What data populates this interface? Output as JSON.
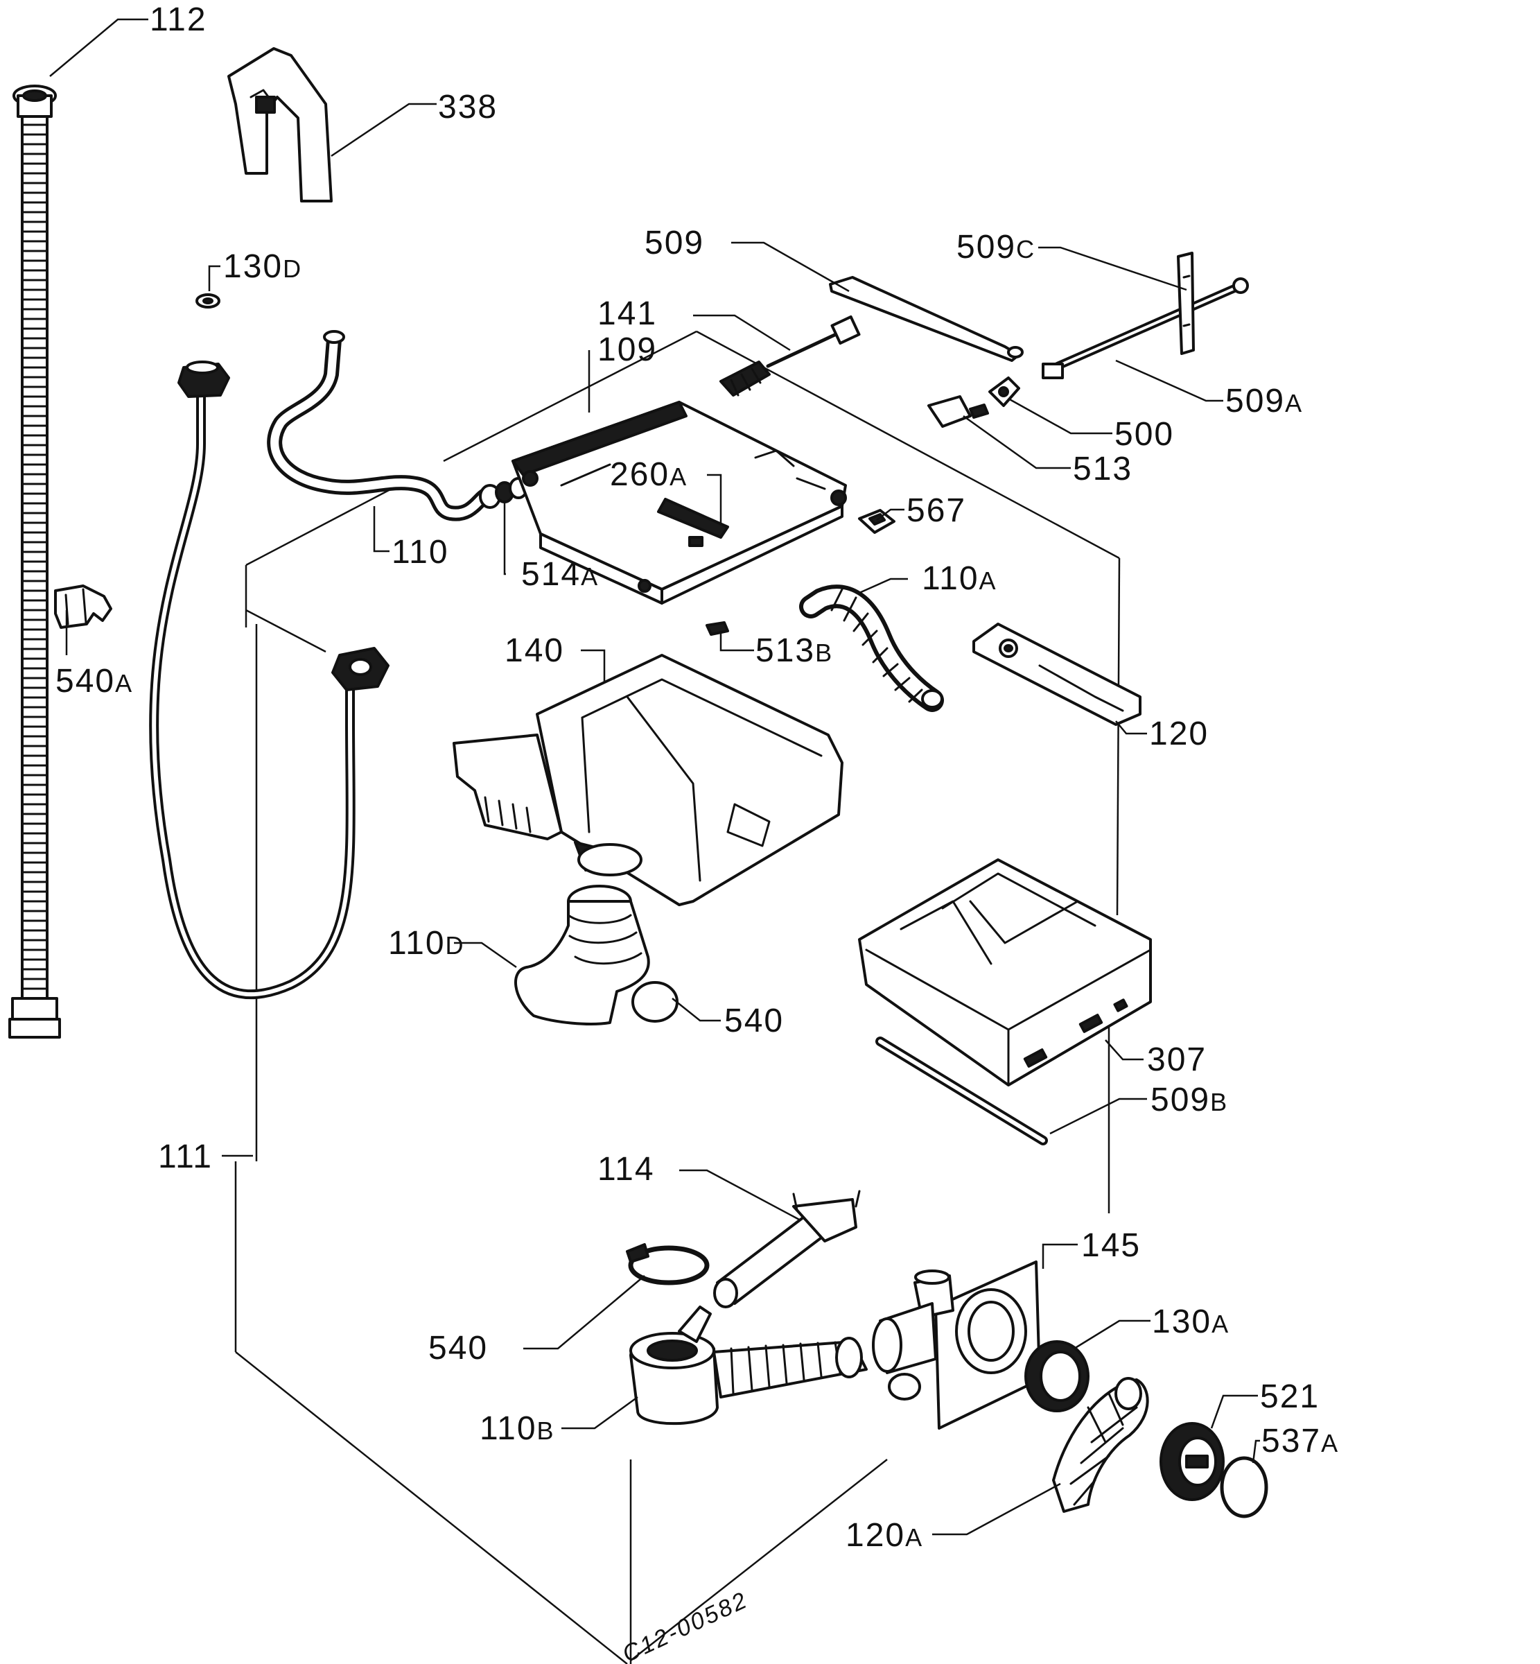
{
  "diagram": {
    "drawing_code": "C12-00582",
    "parts": [
      {
        "id": "p112",
        "num": "112",
        "suffix": ""
      },
      {
        "id": "p338",
        "num": "338",
        "suffix": ""
      },
      {
        "id": "p130d",
        "num": "130",
        "suffix": "D"
      },
      {
        "id": "p509",
        "num": "509",
        "suffix": ""
      },
      {
        "id": "p509c",
        "num": "509",
        "suffix": "C"
      },
      {
        "id": "p141",
        "num": "141",
        "suffix": ""
      },
      {
        "id": "p109",
        "num": "109",
        "suffix": ""
      },
      {
        "id": "p509a",
        "num": "509",
        "suffix": "A"
      },
      {
        "id": "p500",
        "num": "500",
        "suffix": ""
      },
      {
        "id": "p513",
        "num": "513",
        "suffix": ""
      },
      {
        "id": "p260a",
        "num": "260",
        "suffix": "A"
      },
      {
        "id": "p567",
        "num": "567",
        "suffix": ""
      },
      {
        "id": "p110",
        "num": "110",
        "suffix": ""
      },
      {
        "id": "p514a",
        "num": "514",
        "suffix": "A"
      },
      {
        "id": "p110a",
        "num": "110",
        "suffix": "A"
      },
      {
        "id": "p540a",
        "num": "540",
        "suffix": "A"
      },
      {
        "id": "p140",
        "num": "140",
        "suffix": ""
      },
      {
        "id": "p513b",
        "num": "513",
        "suffix": "B"
      },
      {
        "id": "p120",
        "num": "120",
        "suffix": ""
      },
      {
        "id": "p110d",
        "num": "110",
        "suffix": "D"
      },
      {
        "id": "p540",
        "num": "540",
        "suffix": ""
      },
      {
        "id": "p307",
        "num": "307",
        "suffix": ""
      },
      {
        "id": "p509b",
        "num": "509",
        "suffix": "B"
      },
      {
        "id": "p111",
        "num": "111",
        "suffix": ""
      },
      {
        "id": "p114",
        "num": "114",
        "suffix": ""
      },
      {
        "id": "p145",
        "num": "145",
        "suffix": ""
      },
      {
        "id": "p540b",
        "num": "540",
        "suffix": ""
      },
      {
        "id": "p130a",
        "num": "130",
        "suffix": "A"
      },
      {
        "id": "p521",
        "num": "521",
        "suffix": ""
      },
      {
        "id": "p537a",
        "num": "537",
        "suffix": "A"
      },
      {
        "id": "p110b",
        "num": "110",
        "suffix": "B"
      },
      {
        "id": "p120a",
        "num": "120",
        "suffix": "A"
      }
    ]
  }
}
